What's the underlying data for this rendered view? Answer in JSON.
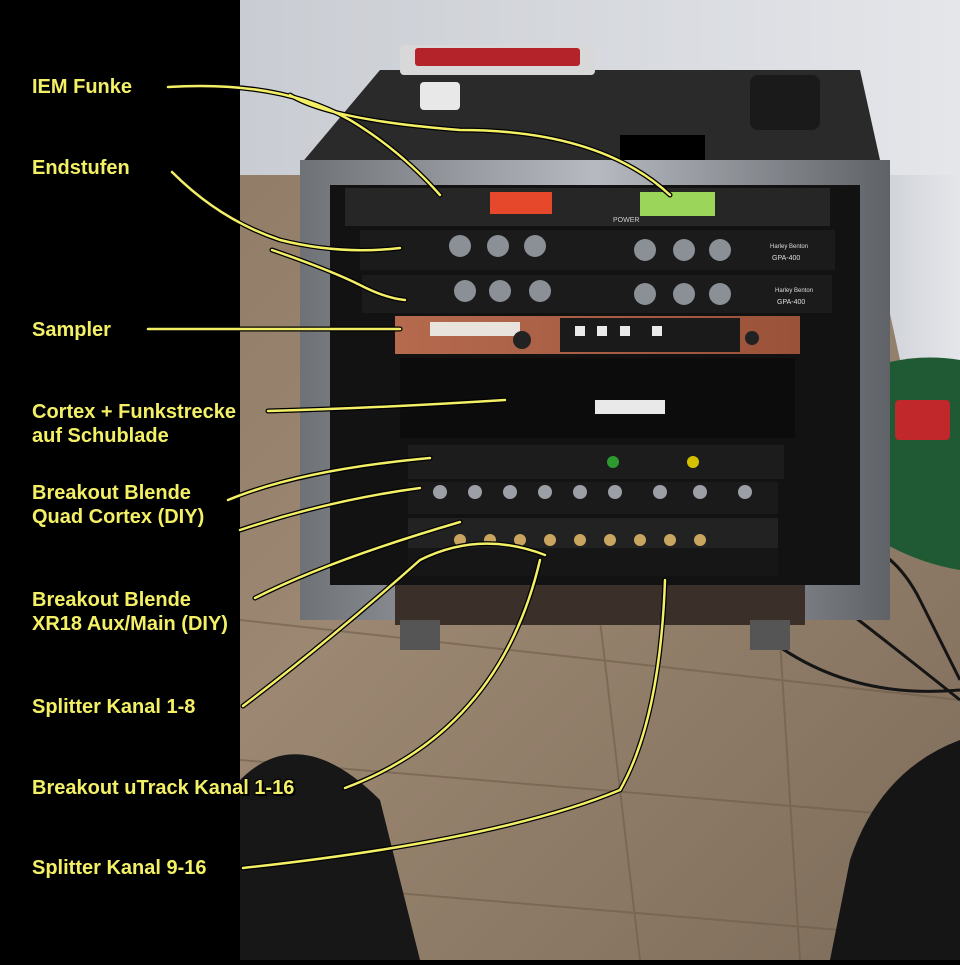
{
  "labels": {
    "iem": "IEM Funke",
    "endstufen": "Endstufen",
    "sampler": "Sampler",
    "cortex_line1": "Cortex + Funkstrecke",
    "cortex_line2": "auf Schublade",
    "breakout_qc_line1": "Breakout Blende",
    "breakout_qc_line2": "Quad Cortex (DIY)",
    "breakout_xr18_line1": "Breakout Blende",
    "breakout_xr18_line2": "XR18 Aux/Main (DIY)",
    "splitter_1_8": "Splitter Kanal 1-8",
    "utrack": "Breakout uTrack Kanal 1-16",
    "splitter_9_16": "Splitter Kanal 9-16"
  },
  "device_text": {
    "power": "POWER",
    "amp_brand": "Harley Benton",
    "amp_model": "GPA-400"
  },
  "colors": {
    "label": "#f4f066",
    "arrow": "#f4f066",
    "left_panel": "#000000"
  }
}
